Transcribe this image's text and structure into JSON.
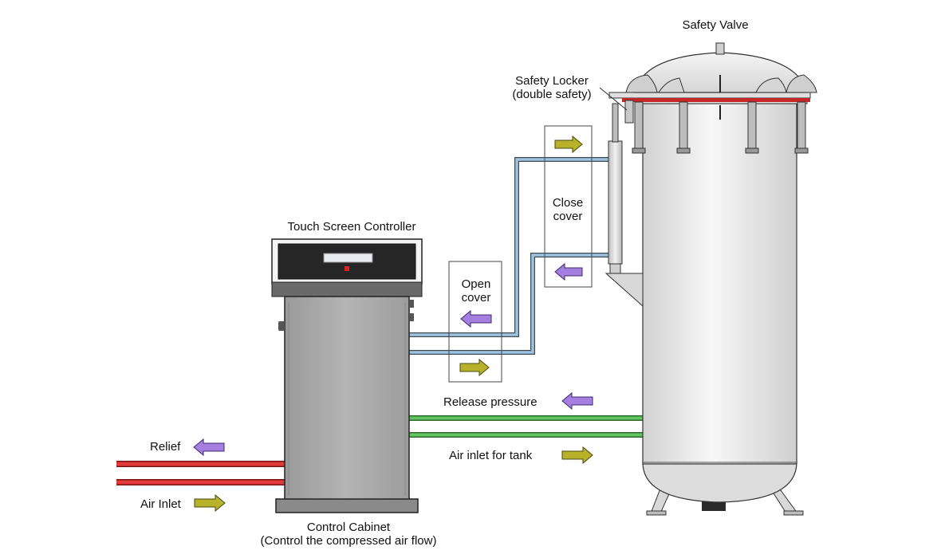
{
  "labels": {
    "safety_valve": "Safety Valve",
    "safety_locker_line1": "Safety Locker",
    "safety_locker_line2": "(double safety)",
    "touch_screen": "Touch Screen Controller",
    "close_cover_line1": "Close",
    "close_cover_line2": "cover",
    "open_cover_line1": "Open",
    "open_cover_line2": "cover",
    "release_pressure": "Release pressure",
    "air_inlet_tank": "Air inlet for tank",
    "relief": "Relief",
    "air_inlet": "Air Inlet",
    "control_cabinet_line1": "Control Cabinet",
    "control_cabinet_line2": "(Control the compressed air flow)"
  },
  "colors": {
    "arrow_purple": "#a47fe0",
    "arrow_olive": "#b8b22a",
    "pipe_blue": "#9fc4e0",
    "pipe_green": "#5cbf5c",
    "pipe_red": "#d83030",
    "tank_fill": "#ececec",
    "cabinet_fill": "#a8a8a8"
  },
  "icons": {
    "arrow_left": "left-arrow-icon",
    "arrow_right": "right-arrow-icon"
  }
}
